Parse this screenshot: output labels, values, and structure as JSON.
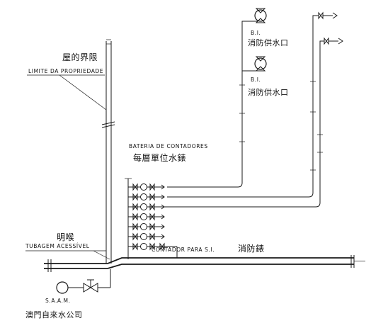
{
  "property_limit": {
    "zh": "屋的界限",
    "pt": "LIMITE DA PROPRIEDADE"
  },
  "accessible_pipe": {
    "zh": "明喉",
    "pt": "TUBAGEM ACESSÍVEL"
  },
  "meter_battery": {
    "pt": "BATERIA DE CONTADORES",
    "zh": "每層單位水錶"
  },
  "fire_meter": {
    "pt": "CONTADOR PARA S.I.",
    "zh": "消防錶"
  },
  "hydrant_1": {
    "pt": "B.I.",
    "zh": "消防供水口"
  },
  "hydrant_2": {
    "pt": "B.I.",
    "zh": "消防供水口"
  },
  "saam": {
    "pt": "S.A.A.M.",
    "zh": "澳門自來水公司"
  },
  "meter_rows_count": 7
}
